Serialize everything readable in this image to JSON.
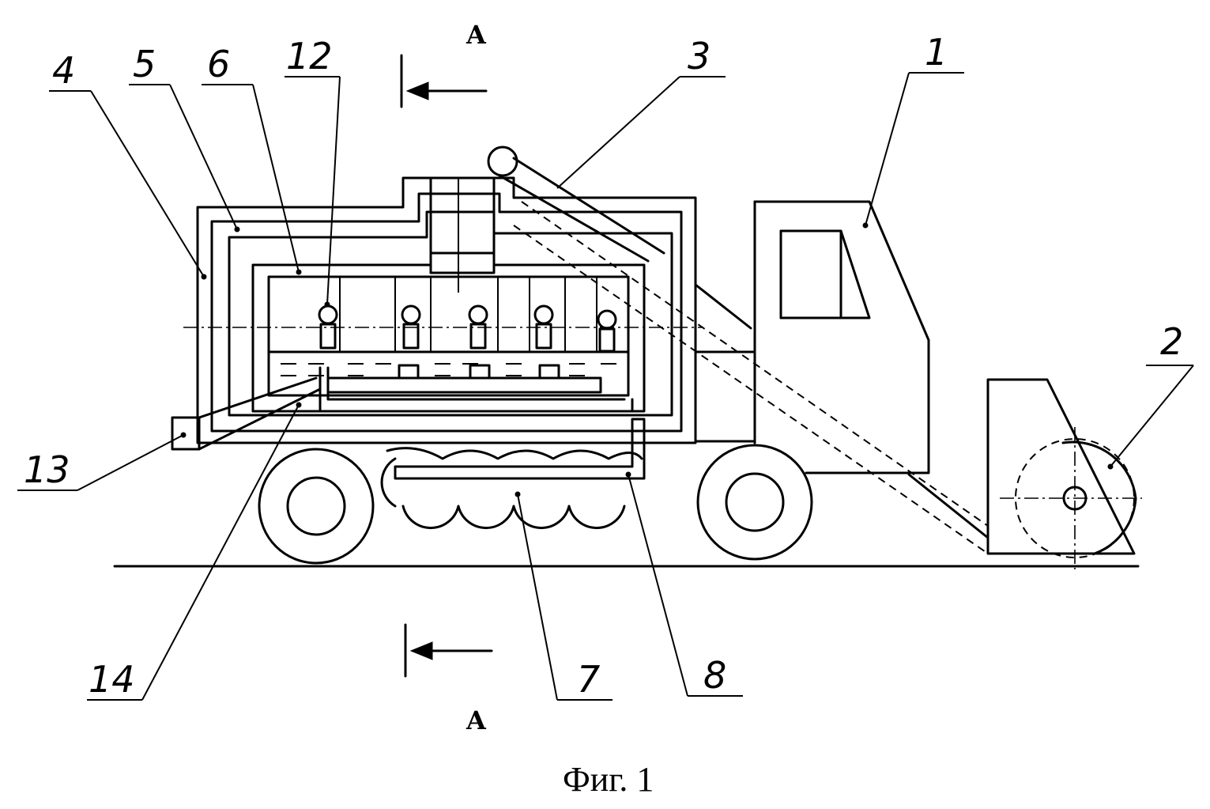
{
  "figure": {
    "caption": "Фиг. 1",
    "section_marker": {
      "letter_top": "A",
      "letter_bottom": "A"
    },
    "callouts": [
      {
        "id": "callout-1",
        "text": "1"
      },
      {
        "id": "callout-2",
        "text": "2"
      },
      {
        "id": "callout-3",
        "text": "3"
      },
      {
        "id": "callout-4",
        "text": "4"
      },
      {
        "id": "callout-5",
        "text": "5"
      },
      {
        "id": "callout-6",
        "text": "6"
      },
      {
        "id": "callout-7",
        "text": "7"
      },
      {
        "id": "callout-8",
        "text": "8"
      },
      {
        "id": "callout-12",
        "text": "12"
      },
      {
        "id": "callout-13",
        "text": "13"
      },
      {
        "id": "callout-14",
        "text": "14"
      }
    ]
  }
}
